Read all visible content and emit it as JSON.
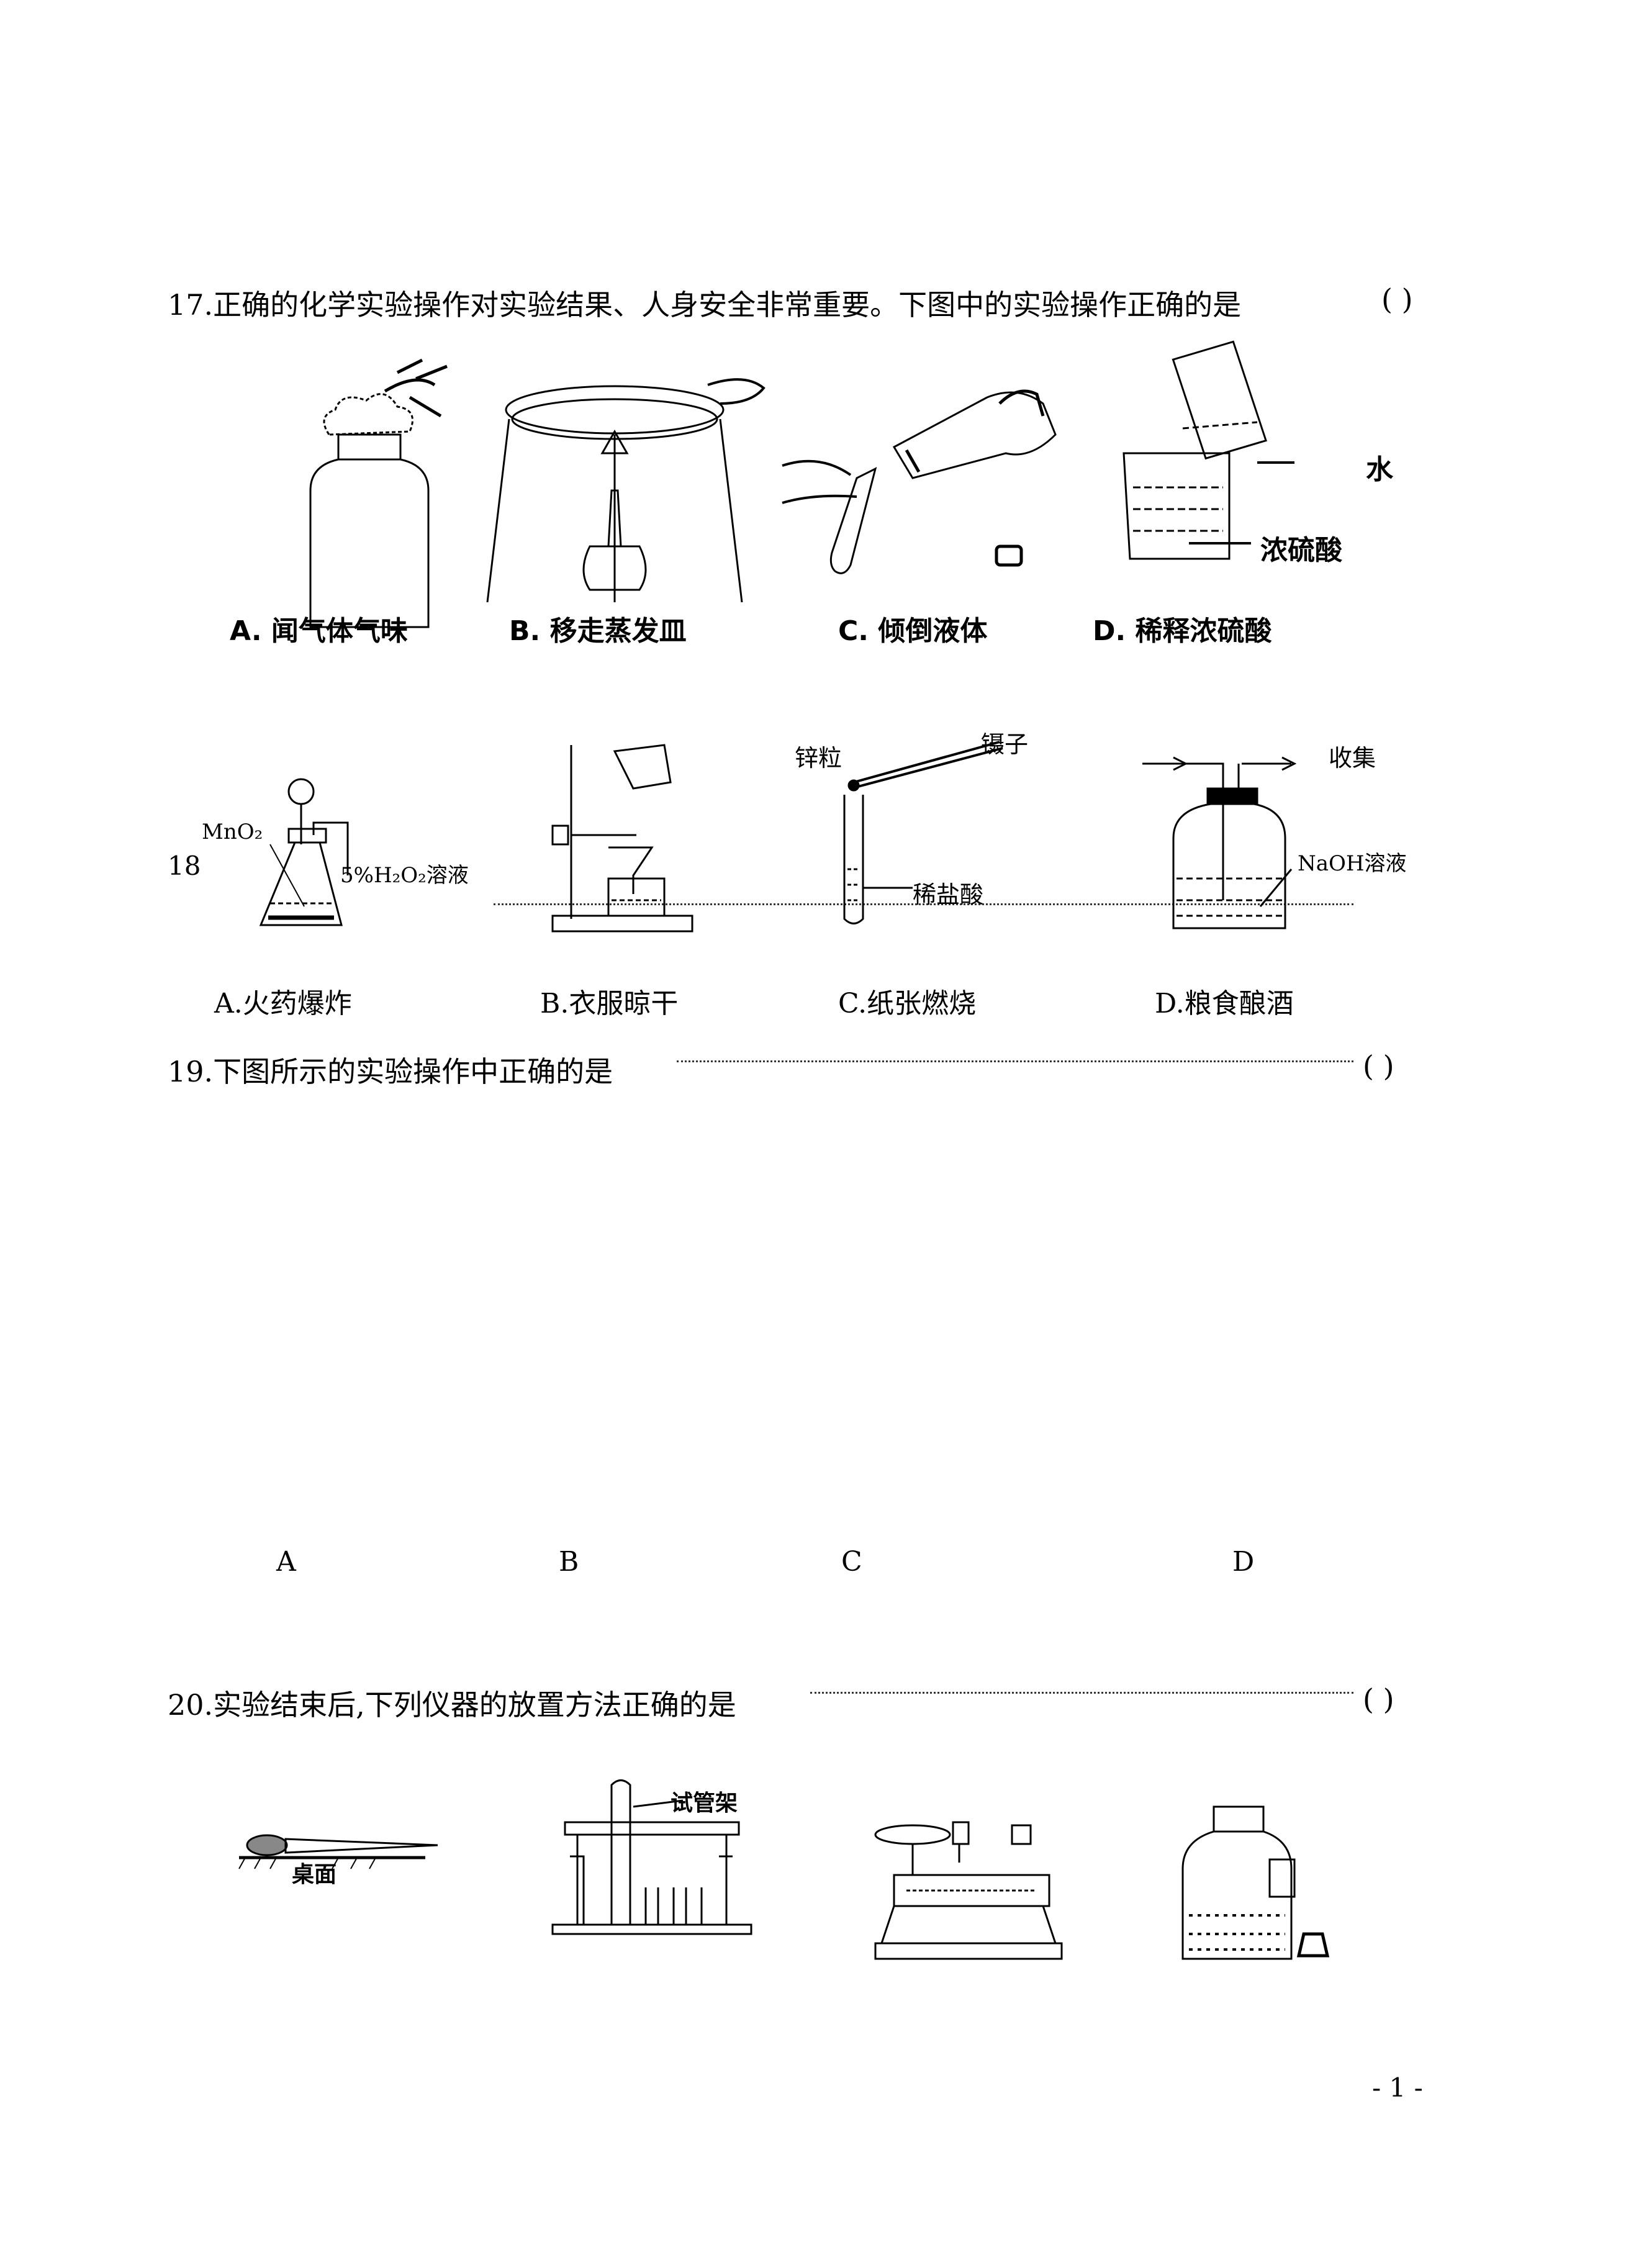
{
  "q17": {
    "text": "17.正确的化学实验操作对实验结果、人身安全非常重要。下图中的实验操作正确的是",
    "paren": "(   )",
    "captions": [
      "A. 闻气体气味",
      "B. 移走蒸发皿",
      "C. 倾倒液体",
      "D. 稀释浓硫酸"
    ],
    "labels": {
      "water": "水",
      "acid": "浓硫酸"
    }
  },
  "q18": {
    "number_fragment": "18",
    "labels": {
      "mno2": "MnO₂",
      "h2o2": "5%H₂O₂溶液",
      "zinc": "锌粒",
      "tweezers": "镊子",
      "hcl": "稀盐酸",
      "collect": "收集",
      "naoh": "NaOH溶液"
    },
    "options": [
      "A.火药爆炸",
      "B.衣服晾干",
      "C.纸张燃烧",
      "D.粮食酿酒"
    ]
  },
  "q19": {
    "text": "19.下图所示的实验操作中正确的是",
    "paren": "(   )",
    "options": [
      "A",
      "B",
      "C",
      "D"
    ]
  },
  "q20": {
    "text": "20.实验结束后,下列仪器的放置方法正确的是",
    "paren": "(   )",
    "labels": {
      "desk": "桌面",
      "rack": "试管架"
    }
  },
  "page_number": "- 1 -"
}
